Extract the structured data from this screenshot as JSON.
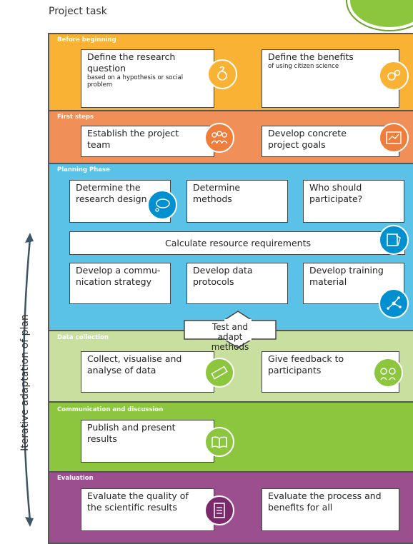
{
  "title": "Project task",
  "side_label": "Iterative adaptation of plan",
  "colors": {
    "before": "#f9b233",
    "first": "#f18f59",
    "planning": "#5bc2e7",
    "data": "#c9dfa0",
    "communication": "#8cc63f",
    "evaluation": "#9c4f8e",
    "icon_orange": "#f9b233",
    "icon_red": "#ef7d3c",
    "icon_blue": "#0090d0",
    "icon_green": "#8cc63f",
    "icon_purple": "#7a2a6b"
  },
  "sections": {
    "before": {
      "label": "Before beginning",
      "box1": {
        "main": "Define the research question",
        "sub": "based on a hypothesis or social problem",
        "icon": "thinking-person-icon"
      },
      "box2": {
        "main": "Define the benefits",
        "sub": "of using citizen science",
        "icon": "gears-head-icon"
      }
    },
    "first": {
      "label": "First steps",
      "box1": {
        "main": "Establish the project team",
        "icon": "team-icon"
      },
      "box2": {
        "main": "Develop concrete project goals",
        "icon": "map-icon"
      }
    },
    "planning": {
      "label": "Planning Phase",
      "box1": "Determine the research design",
      "box2": "Determine methods",
      "box3": "Who should participate?",
      "wide": "Calculate resource requirements",
      "box4": "Develop a commu-nication strategy",
      "box5": "Develop data protocols",
      "box6": "Develop training material"
    },
    "test": "Test and adapt methods",
    "data": {
      "label": "Data collection",
      "box1": "Collect, visualise and analyse of data",
      "box2": "Give feedback to participants"
    },
    "communication": {
      "label": "Communication and discussion",
      "box1": "Publish and present results"
    },
    "evaluation": {
      "label": "Evaluation",
      "box1": "Evaluate the quality of the scientific results",
      "box2": "Evaluate the process and benefits for all"
    }
  }
}
